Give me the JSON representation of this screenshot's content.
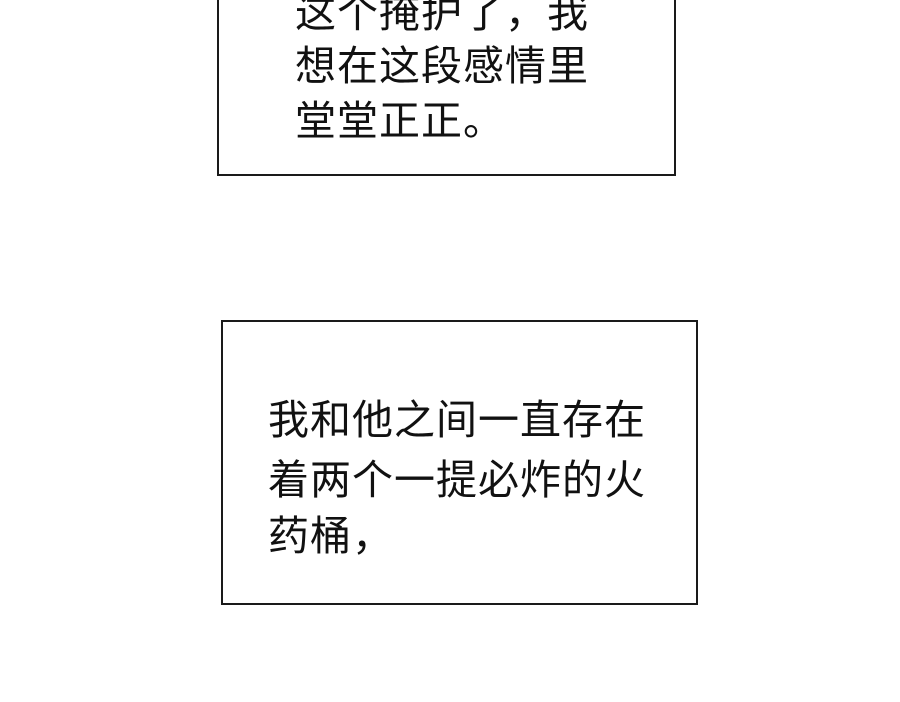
{
  "panels": {
    "top_caption": {
      "lines": [
        "这个掩护了，我",
        "想在这段感情里",
        "堂堂正正。"
      ]
    },
    "bottom_caption": {
      "lines": [
        "我和他之间一直存在",
        "着两个一提必炸的火",
        "药桶，"
      ]
    }
  },
  "colors": {
    "background": "#ffffff",
    "border": "#1a1a1a",
    "text": "#111111"
  }
}
